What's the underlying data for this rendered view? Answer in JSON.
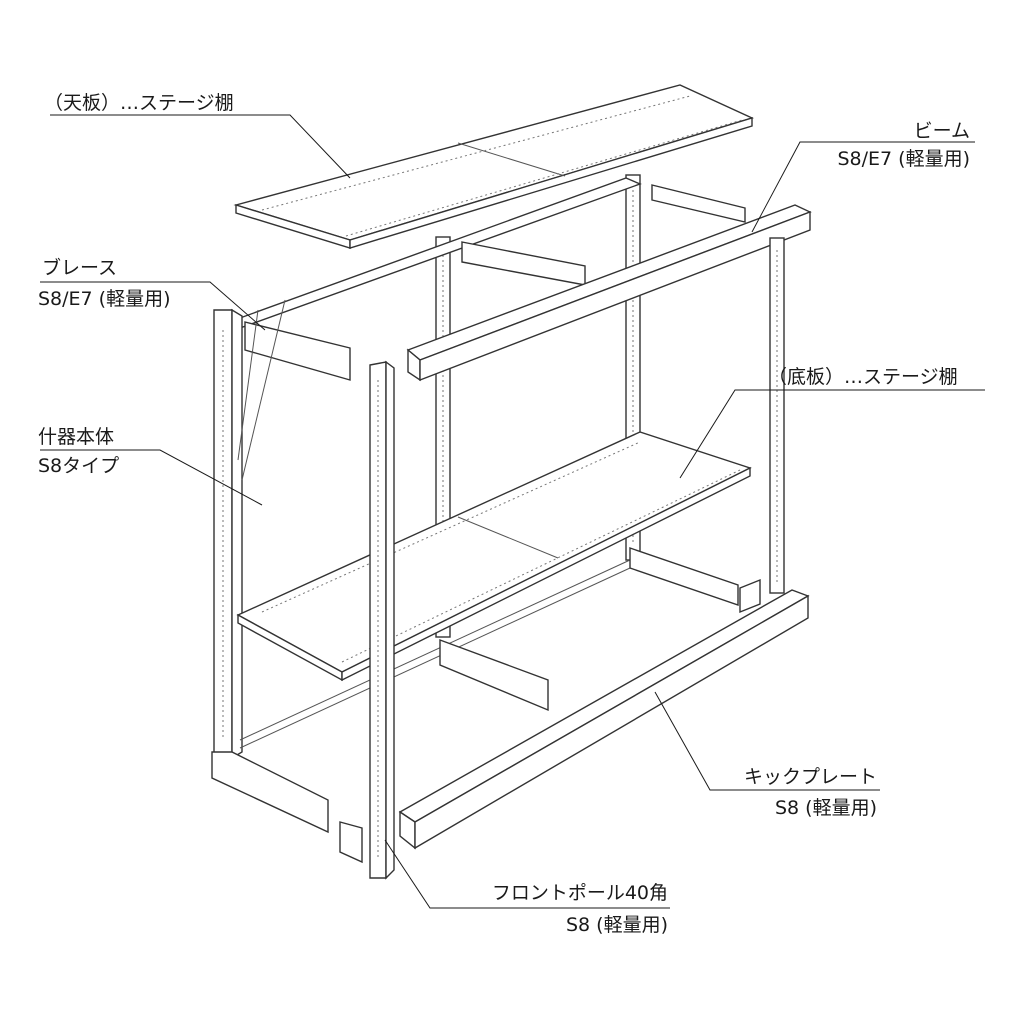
{
  "labels": {
    "top_shelf": "（天板）…ステージ棚",
    "beam_name": "ビーム",
    "beam_spec": "S8/E7 (軽量用)",
    "brace_name": "ブレース",
    "brace_spec": "S8/E7 (軽量用)",
    "bottom_shelf": "（底板）…ステージ棚",
    "body_name": "什器本体",
    "body_spec": "S8タイプ",
    "kick_name": "キックプレート",
    "kick_spec": "S8 (軽量用)",
    "pole_name": "フロントポール40角",
    "pole_spec": "S8 (軽量用)"
  }
}
